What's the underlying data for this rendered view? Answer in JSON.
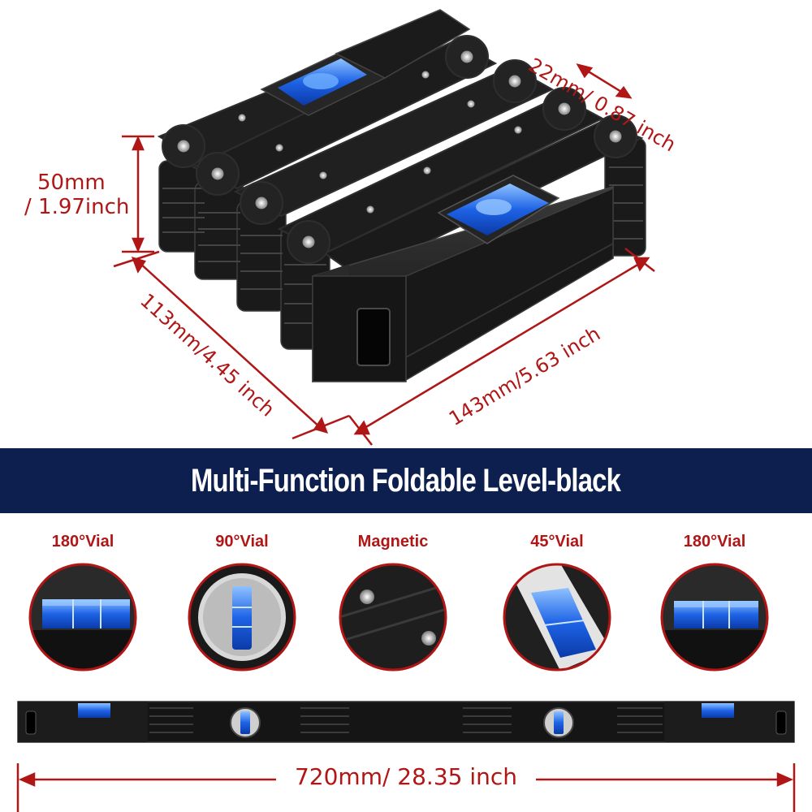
{
  "banner": {
    "title": "Multi-Function Foldable Level-black"
  },
  "dimensions": {
    "width_top": "22mm/ 0.87 inch",
    "height_line1": "50mm",
    "height_line2": "/ 1.97inch",
    "depth": "113mm/4.45 inch",
    "length_folded": "143mm/5.63 inch",
    "length_unfolded": "720mm/ 28.35 inch"
  },
  "features": [
    {
      "label": "180°Vial",
      "icon": "horizontal-vial-icon"
    },
    {
      "label": "90°Vial",
      "icon": "round-vial-icon"
    },
    {
      "label": "Magnetic",
      "icon": "magnet-icon"
    },
    {
      "label": "45°Vial",
      "icon": "angled-vial-icon"
    },
    {
      "label": "180°Vial",
      "icon": "horizontal-vial-icon"
    }
  ],
  "colors": {
    "accent_red": "#b01616",
    "banner_navy": "#0d1f4e",
    "vial_blue": "#1e63e6",
    "body_black": "#141414"
  }
}
